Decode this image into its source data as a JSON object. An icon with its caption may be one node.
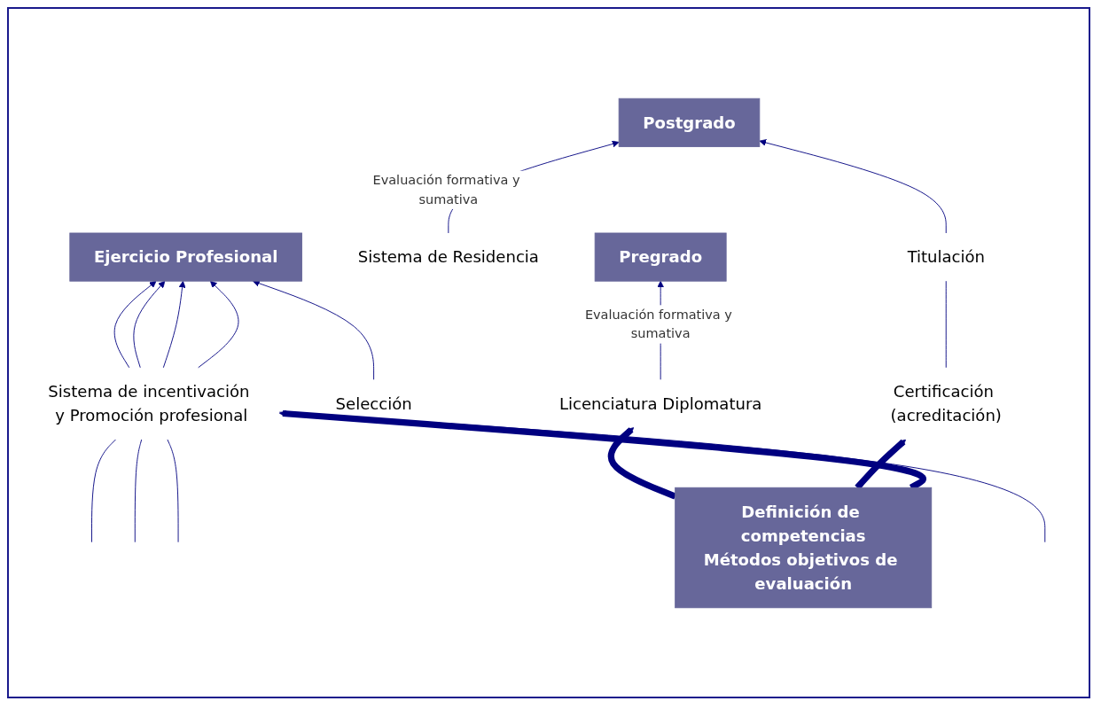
{
  "diagram": {
    "nodes": [
      {
        "text": [
          "Pregrado"
        ]
      },
      {
        "text": [
          "Postgrado"
        ]
      },
      {
        "text": [
          "Ejercicio Profesional"
        ]
      },
      {
        "text": [
          "Licenciatura Diplomatura"
        ]
      },
      {
        "text": [
          "Sistema de Residencia"
        ]
      },
      {
        "text": [
          "Titulación"
        ]
      },
      {
        "text": [
          "Certificación (acreditación)"
        ]
      },
      {
        "text": [
          "Selección"
        ]
      },
      {
        "text": [
          "Sistema de incentivación y Promoción profesional"
        ]
      },
      {
        "text": [
          "Definición de competencias",
          "Métodos objetivos de evaluación"
        ]
      }
    ],
    "edges": [
      {
        "from": 3,
        "to": 0,
        "arrow": "to",
        "label": "Evaluación formativa y sumativa"
      },
      {
        "from": 4,
        "to": 1,
        "arrow": "to",
        "label": "Evaluación formativa y sumativa"
      },
      {
        "from": 5,
        "to": 1,
        "arrow": "to"
      },
      {
        "from": 6,
        "to": 5,
        "arrow": "none"
      },
      {
        "from": 7,
        "to": 2,
        "arrow": "to"
      },
      {
        "from": 8,
        "to": 2,
        "arrow": "to"
      },
      {
        "from": 8,
        "to": 2,
        "arrow": "to"
      },
      {
        "from": 8,
        "to": 2,
        "arrow": "to"
      },
      {
        "from": 8,
        "to": 2,
        "arrow": "to"
      },
      {
        "from": null,
        "to": 8,
        "arrow": "none"
      },
      {
        "from": null,
        "to": 8,
        "arrow": "none"
      },
      {
        "from": null,
        "to": 8,
        "arrow": "none"
      },
      {
        "from": null,
        "to": 8,
        "arrow": "none"
      },
      {
        "from": 9,
        "to": 3,
        "arrow": "to",
        "style": "thick"
      },
      {
        "from": 9,
        "to": 6,
        "arrow": "to",
        "style": "thick"
      },
      {
        "from": 9,
        "to": 8,
        "arrow": "to",
        "style": "thick"
      }
    ]
  }
}
